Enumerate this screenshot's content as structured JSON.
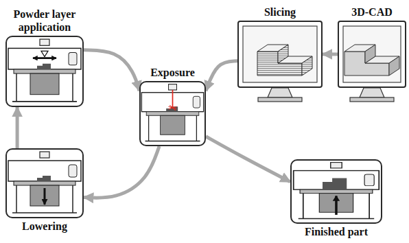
{
  "diagram": {
    "nodes": [
      {
        "text": [
          "Powder layer application"
        ]
      },
      {
        "text": [
          "Slicing"
        ]
      },
      {
        "text": [
          "3D-CAD"
        ]
      },
      {
        "text": [
          "Exposure"
        ]
      },
      {
        "text": [
          "Lowering"
        ]
      },
      {
        "text": [
          "Finished part"
        ]
      }
    ],
    "edges": [
      {
        "from": 2,
        "to": 1,
        "arrow": "to"
      },
      {
        "from": 1,
        "to": 3,
        "arrow": "to"
      },
      {
        "from": 0,
        "to": 3,
        "arrow": "to"
      },
      {
        "from": 3,
        "to": 4,
        "arrow": "to"
      },
      {
        "from": 4,
        "to": 0,
        "arrow": "to"
      },
      {
        "from": 3,
        "to": 5,
        "arrow": "to"
      }
    ]
  }
}
